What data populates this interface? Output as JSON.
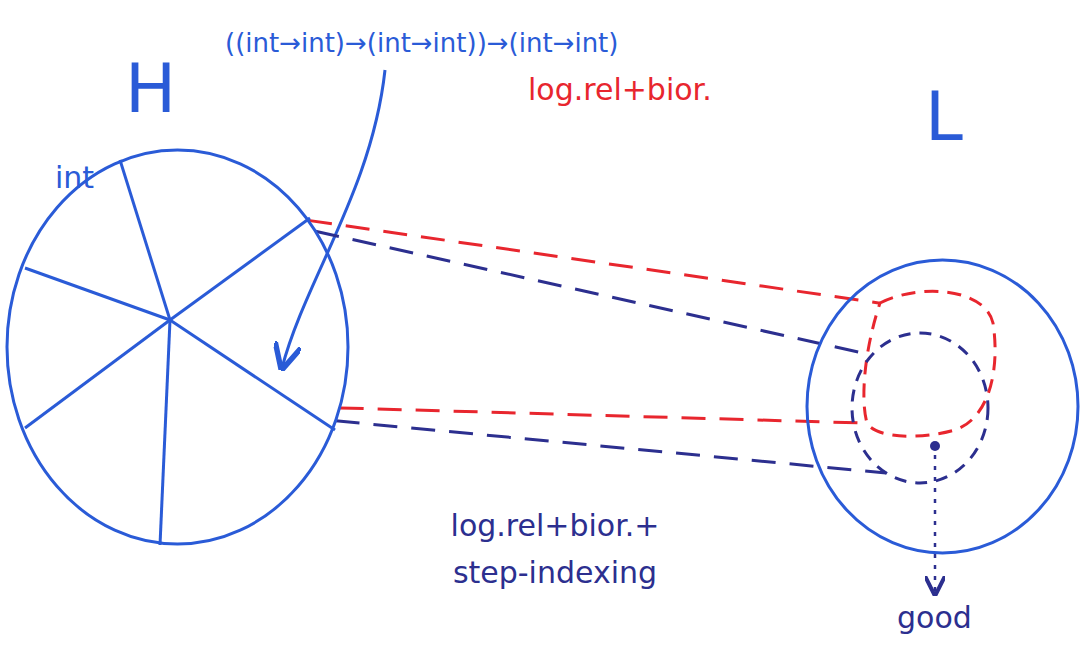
{
  "diagram": {
    "nodes": [
      {
        "text": [
          "H",
          "int"
        ]
      },
      {
        "text": [
          "L"
        ]
      }
    ],
    "edges": [
      {
        "from": 0,
        "to": 1,
        "arrow": "none",
        "label": "log.rel+bior."
      },
      {
        "from": 0,
        "to": 1,
        "arrow": "none",
        "label": "log.rel+bior.+ step-indexing"
      }
    ],
    "labels": [
      "((int→int)→(int→int))→(int→int)",
      "good"
    ]
  }
}
